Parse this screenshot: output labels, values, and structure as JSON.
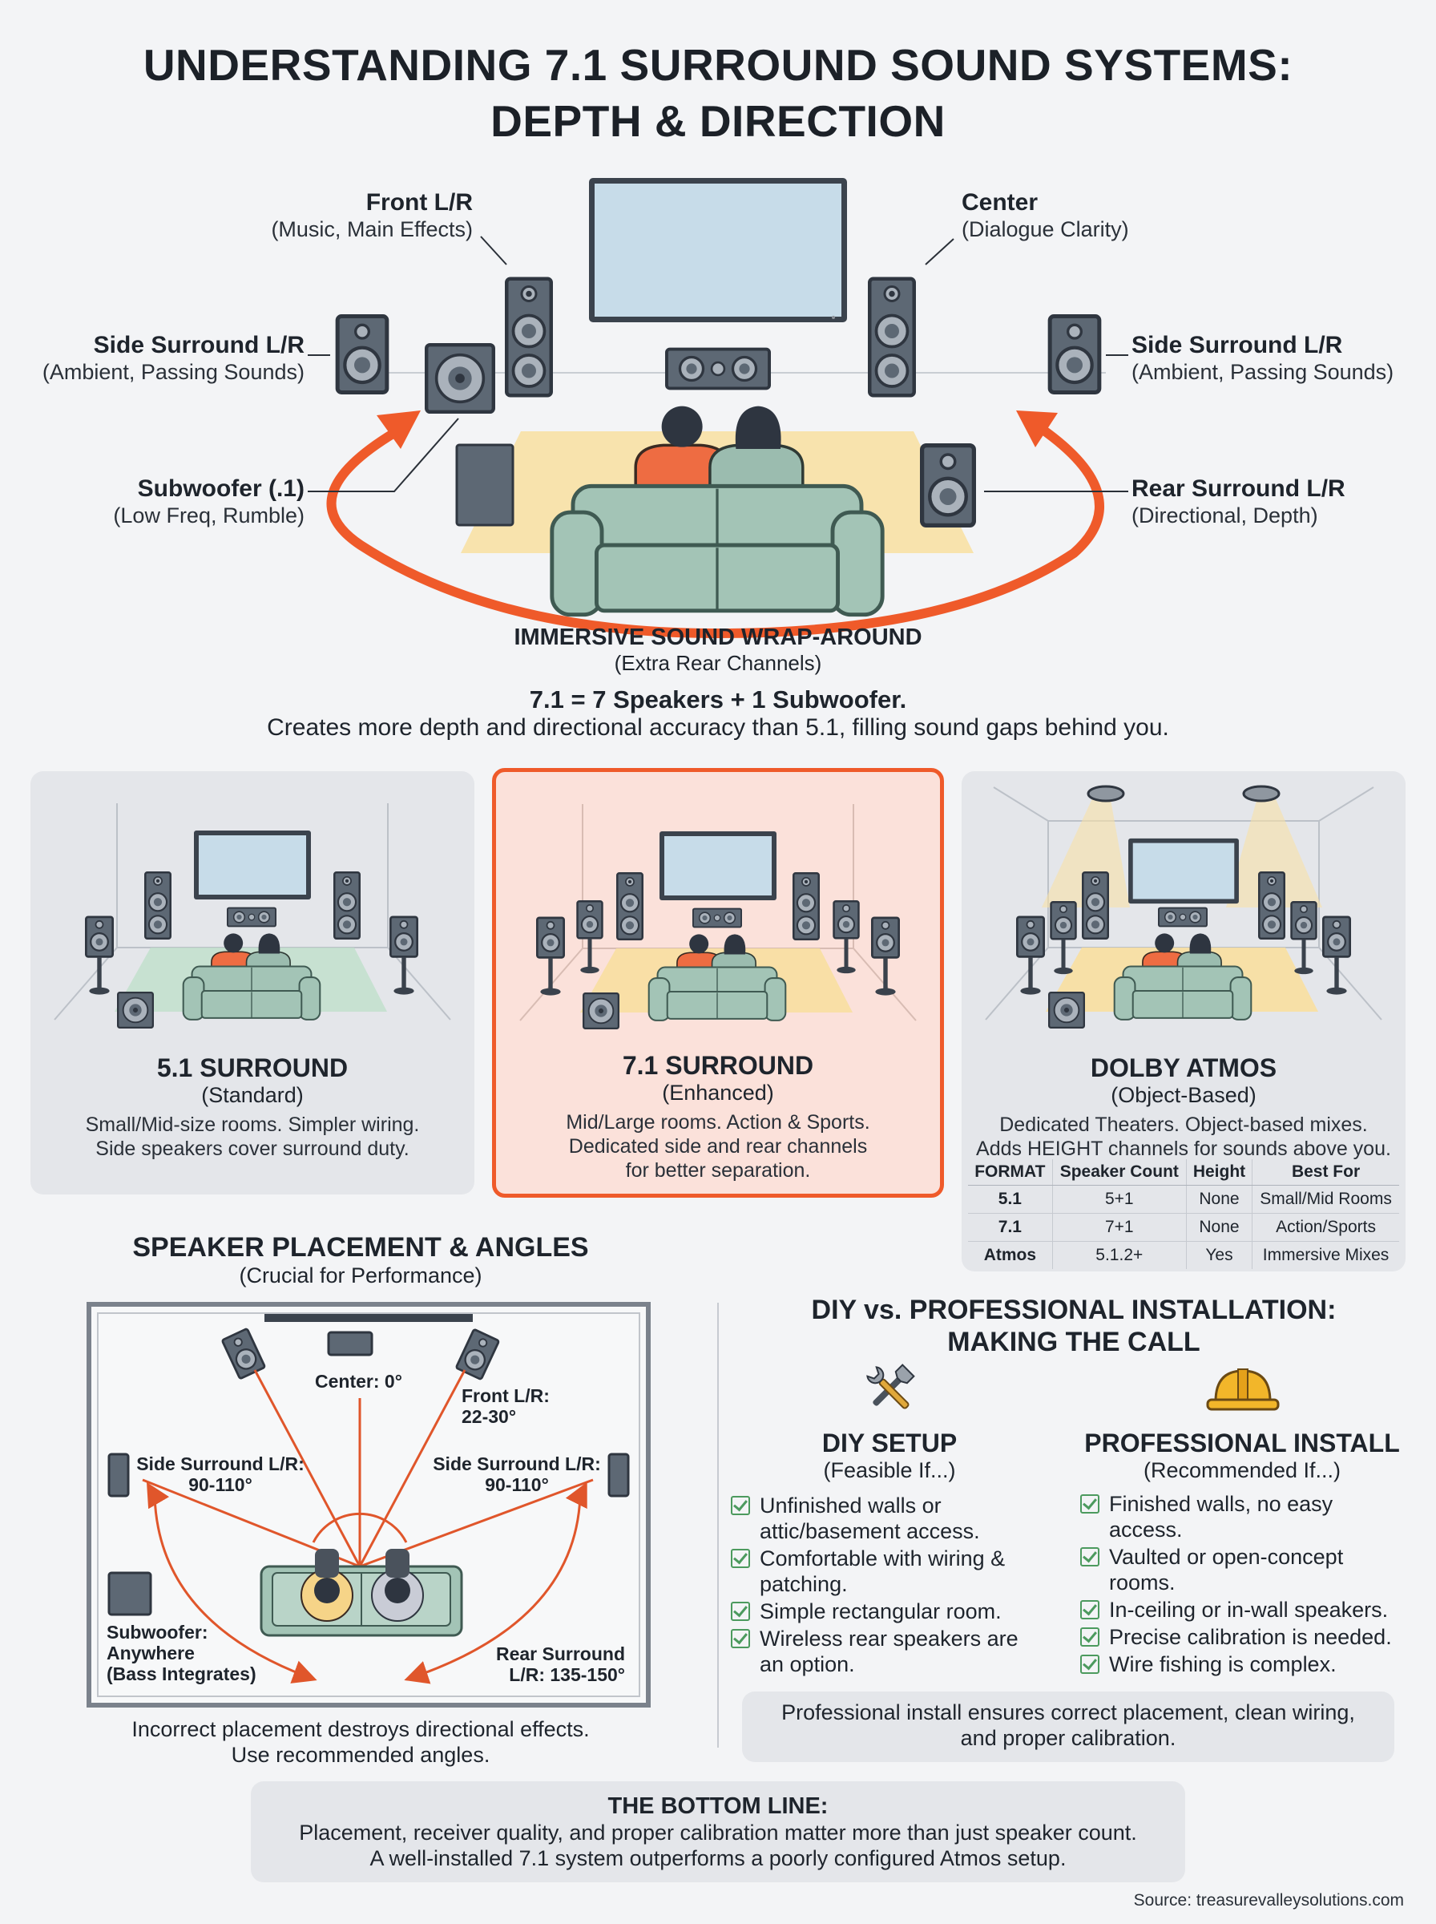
{
  "title_line1": "UNDERSTANDING 7.1 SURROUND SOUND SYSTEMS:",
  "title_line2": "DEPTH & DIRECTION",
  "hero": {
    "front_lr": {
      "name": "Front L/R",
      "desc": "(Music, Main Effects)"
    },
    "center": {
      "name": "Center",
      "desc": "(Dialogue Clarity)"
    },
    "side_left": {
      "name": "Side Surround L/R",
      "desc": "(Ambient, Passing Sounds)"
    },
    "side_right": {
      "name": "Side Surround L/R",
      "desc": "(Ambient, Passing Sounds)"
    },
    "subwoofer": {
      "name": "Subwoofer (.1)",
      "desc": "(Low Freq, Rumble)"
    },
    "rear": {
      "name": "Rear Surround L/R",
      "desc": "(Directional, Depth)"
    },
    "wrap_title": "IMMERSIVE SOUND WRAP-AROUND",
    "wrap_sub": "(Extra Rear Channels)",
    "equation": "7.1 = 7 Speakers + 1 Subwoofer.",
    "equation_desc": "Creates more depth and directional accuracy than 5.1, filling sound gaps behind you."
  },
  "cards": [
    {
      "title": "5.1 SURROUND",
      "sub": "(Standard)",
      "desc1": "Small/Mid-size rooms. Simpler wiring.",
      "desc2": "Side speakers cover surround duty."
    },
    {
      "title": "7.1 SURROUND",
      "sub": "(Enhanced)",
      "desc1": "Mid/Large rooms. Action & Sports.",
      "desc2": "Dedicated side and rear channels",
      "desc3": "for better separation."
    },
    {
      "title": "DOLBY ATMOS",
      "sub": "(Object-Based)",
      "desc1": "Dedicated Theaters. Object-based mixes.",
      "desc2": "Adds HEIGHT channels for sounds above you."
    }
  ],
  "format_table": {
    "headers": [
      "FORMAT",
      "Speaker Count",
      "Height",
      "Best For"
    ],
    "rows": [
      [
        "5.1",
        "5+1",
        "None",
        "Small/Mid Rooms"
      ],
      [
        "7.1",
        "7+1",
        "None",
        "Action/Sports"
      ],
      [
        "Atmos",
        "5.1.2+",
        "Yes",
        "Immersive Mixes"
      ]
    ]
  },
  "placement": {
    "title": "SPEAKER PLACEMENT & ANGLES",
    "sub": "(Crucial for Performance)",
    "center": "Center: 0°",
    "front_l1": "Front L/R:",
    "front_l2": "22-30°",
    "side_left_1": "Side Surround L/R:",
    "side_left_2": "90-110°",
    "side_right_1": "Side Surround L/R:",
    "side_right_2": "90-110°",
    "sub_1": "Subwoofer:",
    "sub_2": "Anywhere",
    "sub_3": "(Bass Integrates)",
    "rear_1": "Rear Surround",
    "rear_2": "L/R: 135-150°",
    "note1": "Incorrect placement destroys directional effects.",
    "note2": "Use recommended angles."
  },
  "diy_vs_pro": {
    "title1": "DIY vs. PROFESSIONAL INSTALLATION:",
    "title2": "MAKING THE CALL",
    "diy_title": "DIY SETUP",
    "diy_sub": "(Feasible If...)",
    "diy_items": [
      [
        "Unfinished walls or",
        "attic/basement access."
      ],
      [
        "Comfortable with wiring &",
        "patching."
      ],
      [
        "Simple rectangular room."
      ],
      [
        "Wireless rear speakers are",
        "an option."
      ]
    ],
    "pro_title": "PROFESSIONAL INSTALL",
    "pro_sub": "(Recommended If...)",
    "pro_items": [
      [
        "Finished walls, no easy",
        "access."
      ],
      [
        "Vaulted or open-concept",
        "rooms."
      ],
      [
        "In-ceiling or in-wall speakers."
      ],
      [
        "Precise calibration is needed."
      ],
      [
        "Wire fishing is complex."
      ]
    ],
    "pro_note1": "Professional install ensures correct placement, clean wiring,",
    "pro_note2": "and proper calibration."
  },
  "bottom": {
    "title": "THE BOTTOM LINE:",
    "line1": "Placement, receiver quality, and proper calibration matter more than just speaker count.",
    "line2": "A well-installed 7.1 system outperforms a poorly configured Atmos setup."
  },
  "source": "Source: treasurevalleysolutions.com",
  "colors": {
    "accent": "#ef5a2a",
    "speaker": "#5a6470",
    "sofa": "#a3c4b6",
    "rug": "#f8dfa0",
    "check": "#4c9a5e"
  }
}
